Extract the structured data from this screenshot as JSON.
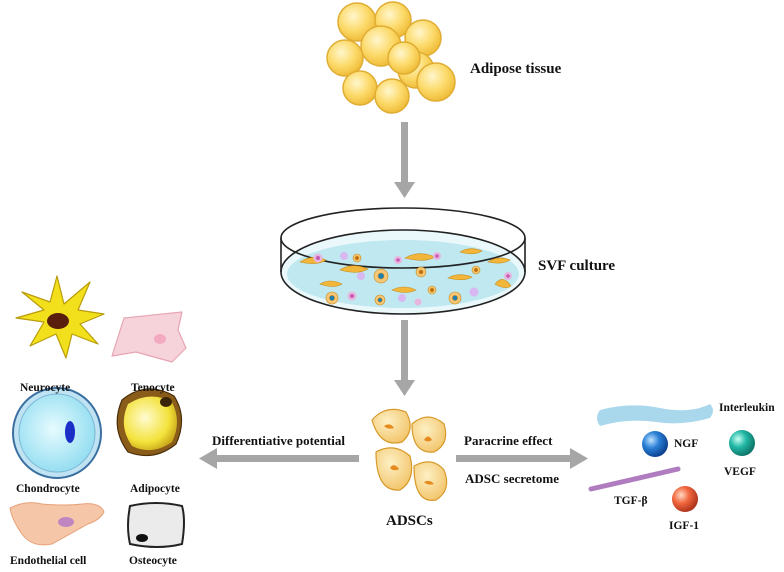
{
  "labels": {
    "adipose_tissue": "Adipose tissue",
    "svf_culture": "SVF culture",
    "adscs": "ADSCs",
    "differentiative_potential": "Differentiative potential",
    "paracrine_effect": "Paracrine effect",
    "adsc_secretome": "ADSC secretome"
  },
  "cells": {
    "neurocyte": "Neurocyte",
    "tenocyte": "Tenocyte",
    "chondrocyte": "Chondrocyte",
    "adipocyte": "Adipocyte",
    "endothelial_cell": "Endothelial cell",
    "osteocyte": "Osteocyte"
  },
  "factors": {
    "interleukin": "Interleukin",
    "ngf": "NGF",
    "vegf": "VEGF",
    "tgf_beta": "TGF-β",
    "igf1": "IGF-1"
  },
  "colors": {
    "arrow": "#a6a6a6",
    "fat_fill": "#fbd86a",
    "fat_stroke": "#e4b23a",
    "dish_medium": "#c6ecf2",
    "adsc_fill": "#f7d48a",
    "interleukin": "#a9d8ec",
    "ngf": "#1f74c9",
    "vegf": "#1fb3a4",
    "tgf_beta": "#b07cc0",
    "igf1": "#f0643c"
  }
}
